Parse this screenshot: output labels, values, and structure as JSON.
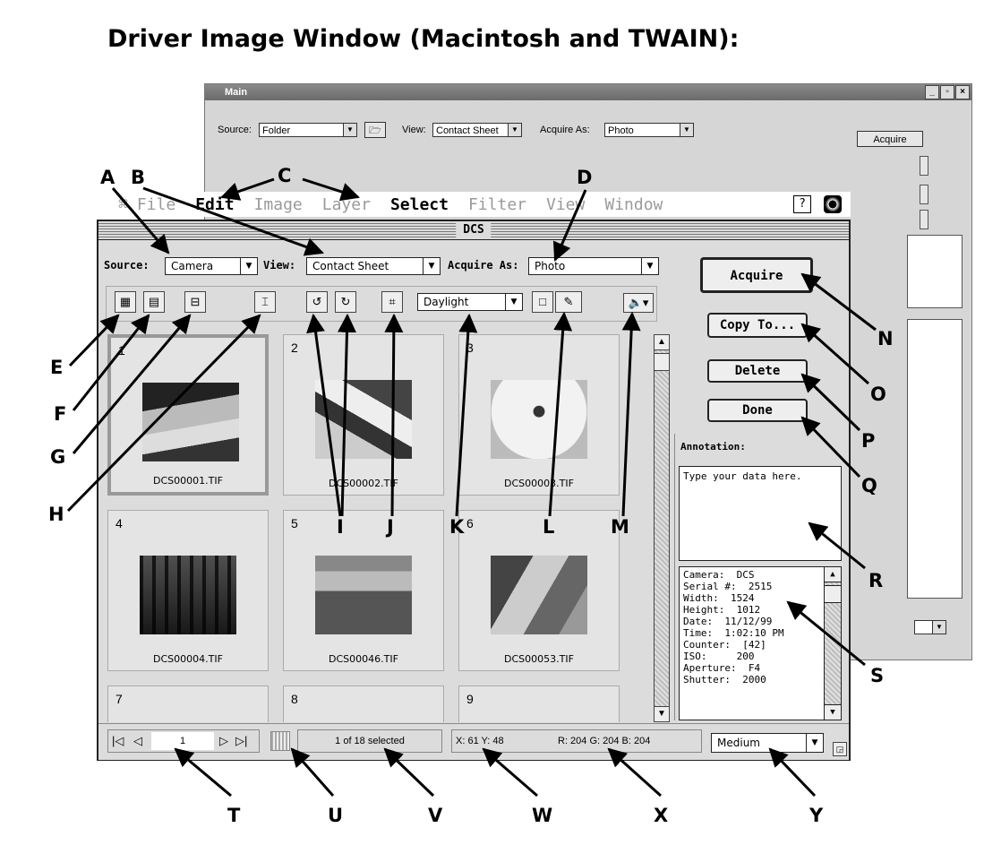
{
  "heading": "Driver Image Window (Macintosh and TWAIN):",
  "main_window": {
    "title": "Main",
    "source_label": "Source:",
    "source_value": "Folder",
    "view_label": "View:",
    "view_value": "Contact Sheet",
    "acquire_as_label": "Acquire As:",
    "acquire_as_value": "Photo",
    "acquire_button": "Acquire"
  },
  "menubar": [
    "File",
    "Edit",
    "Image",
    "Layer",
    "Select",
    "Filter",
    "View",
    "Window"
  ],
  "dcs": {
    "title": "DCS",
    "source_label": "Source:",
    "source_value": "Camera",
    "view_label": "View:",
    "view_value": "Contact Sheet",
    "acquire_as_label": "Acquire As:",
    "acquire_as_value": "Photo",
    "white_balance": "Daylight",
    "buttons": {
      "acquire": "Acquire",
      "copy_to": "Copy To...",
      "delete": "Delete",
      "done": "Done"
    },
    "thumbnails": [
      {
        "num": "1",
        "file": "DCS00001.TIF"
      },
      {
        "num": "2",
        "file": "DCS00002.TIF"
      },
      {
        "num": "3",
        "file": "DCS00003.TIF"
      },
      {
        "num": "4",
        "file": "DCS00004.TIF"
      },
      {
        "num": "5",
        "file": "DCS00046.TIF"
      },
      {
        "num": "6",
        "file": "DCS00053.TIF"
      },
      {
        "num": "7",
        "file": ""
      },
      {
        "num": "8",
        "file": ""
      },
      {
        "num": "9",
        "file": ""
      }
    ],
    "annotation_label": "Annotation:",
    "annotation_placeholder": "Type your data here.",
    "info": [
      "Camera:  DCS",
      "Serial #:  2515",
      "Width:  1524",
      "Height:  1012",
      "Date:  11/12/99",
      "Time:  1:02:10 PM",
      "Counter:  [42]",
      "ISO:     200",
      "Aperture:  F4",
      "Shutter:  2000"
    ],
    "page_number": "1",
    "selection_status": "1 of 18 selected",
    "coords": "X: 61 Y: 48",
    "rgb": "R: 204 G: 204 B: 204",
    "size_value": "Medium"
  },
  "callouts": [
    "A",
    "B",
    "C",
    "D",
    "E",
    "F",
    "G",
    "H",
    "I",
    "J",
    "K",
    "L",
    "M",
    "N",
    "O",
    "P",
    "Q",
    "R",
    "S",
    "T",
    "U",
    "V",
    "W",
    "X",
    "Y"
  ]
}
